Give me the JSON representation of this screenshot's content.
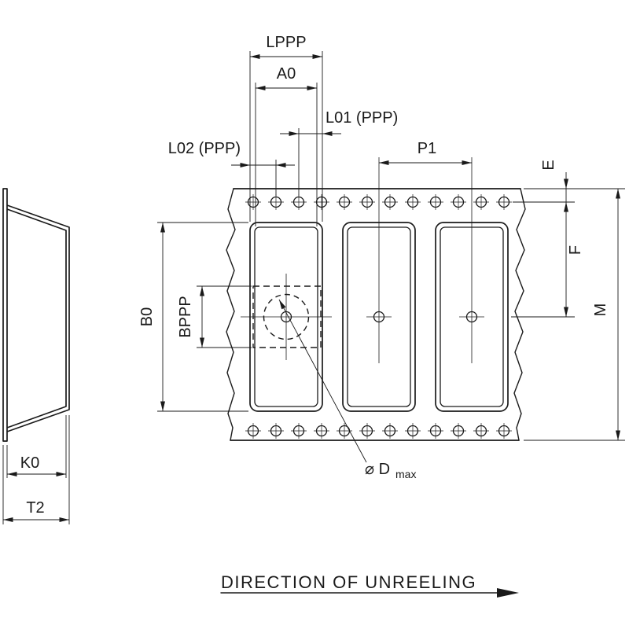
{
  "drawing": {
    "dimension_labels": {
      "lppp": "LPPP",
      "a0": "A0",
      "l01": "L01 (PPP)",
      "l02": "L02 (PPP)",
      "p1": "P1",
      "e": "E",
      "f": "F",
      "m": "M",
      "b0": "B0",
      "bppp": "BPPP",
      "k0": "K0",
      "t2": "T2",
      "dmax_symbol": "⌀ D",
      "dmax_subscript": "max"
    },
    "caption": "DIRECTION OF UNREELING",
    "colors": {
      "line": "#1a1a1a",
      "background": "#ffffff"
    }
  }
}
